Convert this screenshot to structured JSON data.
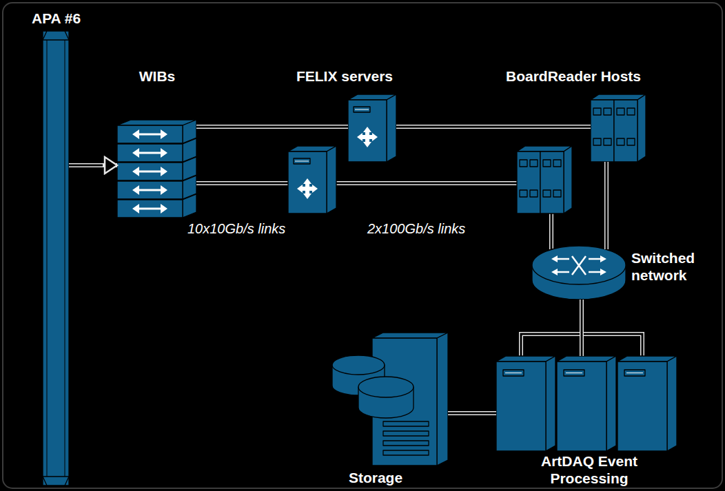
{
  "diagram": {
    "nodes": [
      {
        "text": [
          "APA #6"
        ]
      },
      {
        "text": [
          "WIBs"
        ]
      },
      {
        "text": [
          "FELIX servers"
        ]
      },
      {
        "text": [
          "BoardReader Hosts"
        ]
      },
      {
        "text": [
          "Switched network"
        ]
      },
      {
        "text": [
          "Storage"
        ]
      },
      {
        "text": [
          "ArtDAQ Event Processing"
        ]
      }
    ],
    "edges": [
      {
        "from": 0,
        "to": 1,
        "arrow": "to"
      },
      {
        "from": 1,
        "to": 2,
        "arrow": "none"
      },
      {
        "from": 2,
        "to": 3,
        "arrow": "none"
      },
      {
        "from": 3,
        "to": 4,
        "arrow": "none"
      },
      {
        "from": 4,
        "to": 6,
        "arrow": "none"
      },
      {
        "from": 6,
        "to": 5,
        "arrow": "none"
      }
    ],
    "labels": [
      "10x10Gb/s links",
      "2x100Gb/s links"
    ]
  }
}
